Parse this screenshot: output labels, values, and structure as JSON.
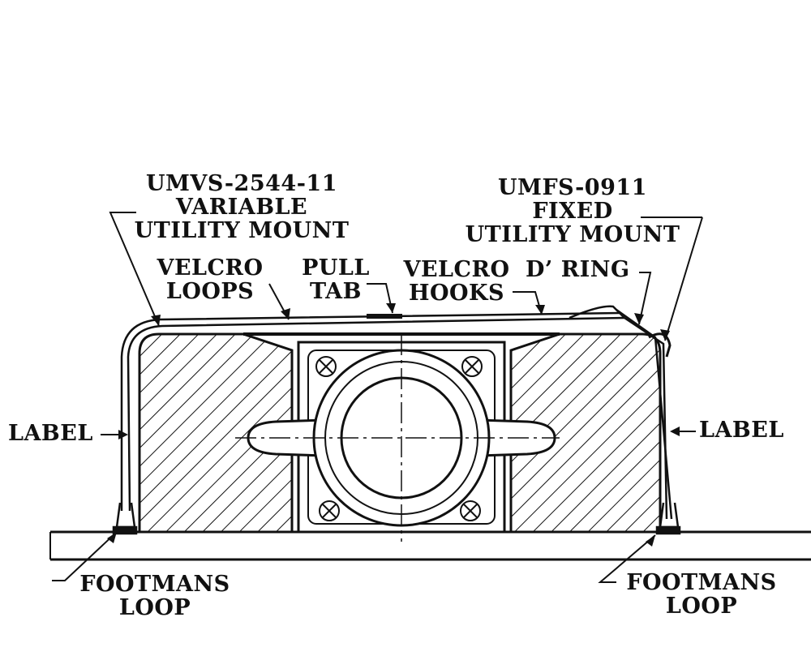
{
  "colors": {
    "ink": "#111111",
    "background": "#ffffff"
  },
  "callouts": {
    "variable_mount": {
      "line1": "UMVS-2544-11",
      "line2": "VARIABLE",
      "line3": "UTILITY MOUNT"
    },
    "fixed_mount": {
      "line1": "UMFS-0911",
      "line2": "FIXED",
      "line3": "UTILITY MOUNT"
    },
    "velcro_loops": {
      "line1": "VELCRO",
      "line2": "LOOPS"
    },
    "pull_tab": {
      "line1": "PULL",
      "line2": "TAB"
    },
    "velcro_hooks": {
      "line1": "VELCRO",
      "line2": "HOOKS"
    },
    "d_ring": {
      "line1": "D’ RING"
    },
    "label_left": {
      "line1": "LABEL"
    },
    "label_right": {
      "line1": "LABEL"
    },
    "footmans_loop_left": {
      "line1": "FOOTMANS",
      "line2": "LOOP"
    },
    "footmans_loop_right": {
      "line1": "FOOTMANS",
      "line2": "LOOP"
    }
  }
}
